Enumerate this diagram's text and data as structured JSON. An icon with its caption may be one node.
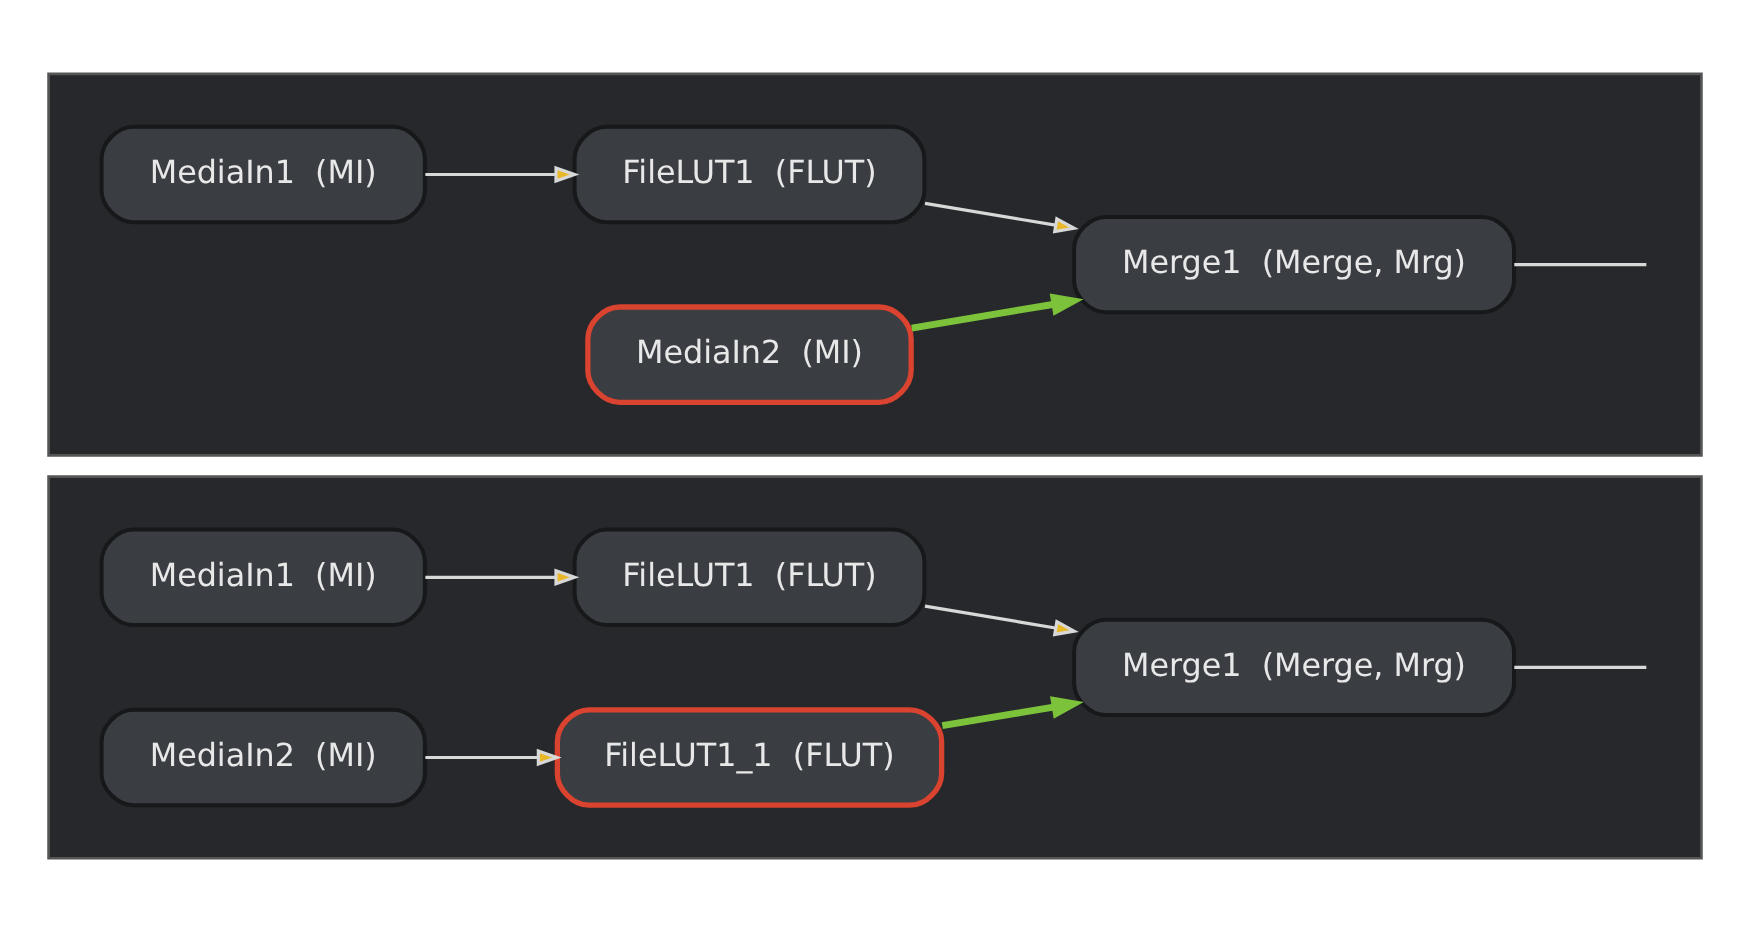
{
  "diagram": {
    "nodes": [
      {
        "text": [],
        "shape": "box"
      },
      {
        "text": [
          "MediaIn1  (MI)"
        ],
        "in": 0
      },
      {
        "text": [
          "FileLUT1  (FLUT)"
        ],
        "in": 0
      },
      {
        "text": [
          "Merge1  (Merge, Mrg)"
        ],
        "in": 0
      },
      {
        "text": [
          "MediaIn2  (MI)"
        ],
        "in": 0
      },
      {
        "text": [],
        "shape": "box"
      },
      {
        "text": [
          "MediaIn1  (MI)"
        ],
        "in": 5
      },
      {
        "text": [
          "FileLUT1  (FLUT)"
        ],
        "in": 5
      },
      {
        "text": [
          "Merge1  (Merge, Mrg)"
        ],
        "in": 5
      },
      {
        "text": [
          "MediaIn2  (MI)"
        ],
        "in": 5
      },
      {
        "text": [
          "FileLUT1_1  (FLUT)"
        ],
        "in": 5
      }
    ],
    "edges": [
      {
        "from": 1,
        "to": 2,
        "arrow": "to"
      },
      {
        "from": 2,
        "to": 3,
        "arrow": "to"
      },
      {
        "from": 4,
        "to": 3,
        "arrow": "to",
        "color": "#7cc23a",
        "style": "thick"
      },
      {
        "from": 3,
        "to": null,
        "arrow": "none"
      },
      {
        "from": 6,
        "to": 7,
        "arrow": "to"
      },
      {
        "from": 7,
        "to": 8,
        "arrow": "to"
      },
      {
        "from": 9,
        "to": 10,
        "arrow": "to"
      },
      {
        "from": 10,
        "to": 8,
        "arrow": "to",
        "color": "#7cc23a",
        "style": "thick"
      },
      {
        "from": 8,
        "to": null,
        "arrow": "none"
      }
    ]
  }
}
